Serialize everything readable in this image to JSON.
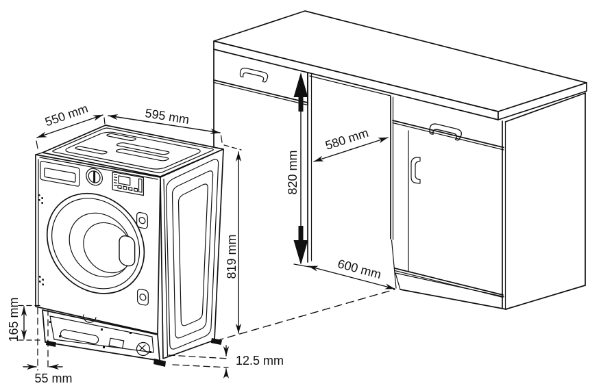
{
  "diagram_type": "washing-machine-built-in-installation-dimensions",
  "colors": {
    "line": "#111111",
    "background": "#ffffff"
  },
  "dimensions": {
    "machine_depth": "550 mm",
    "machine_width": "595 mm",
    "machine_height": "819 mm",
    "base_height": "165 mm",
    "base_recess_depth": "55 mm",
    "foot_adjustment": "12.5 mm",
    "niche_height": "820 mm",
    "niche_inner_width": "580 mm",
    "niche_width": "600 mm"
  }
}
